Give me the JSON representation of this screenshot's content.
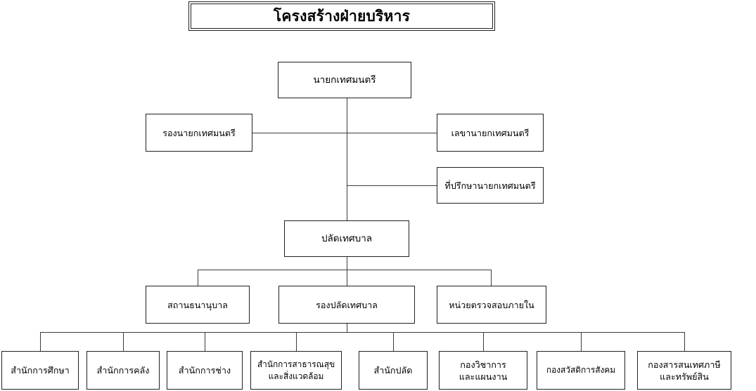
{
  "chart_title": "โครงสร้างฝ่ายบริหาร",
  "nodes": {
    "mayor": "นายกเทศมนตรี",
    "deputy_mayor": "รองนายกเทศมนตรี",
    "mayor_secretary": "เลขานายกเทศมนตรี",
    "mayor_advisor": "ที่ปรึกษานายกเทศมนตรี",
    "municipal_clerk": "ปลัดเทศบาล",
    "pawnshop": "สถานธนานุบาล",
    "deputy_clerk": "รองปลัดเทศบาล",
    "internal_audit": "หน่วยตรวจสอบภายใน",
    "divisions": [
      "สำนักการศึกษา",
      "สำนักการคลัง",
      "สำนักการช่าง",
      "สำนักการสาธารณสุข\nและสิ่งแวดล้อม",
      "สำนักปลัด",
      "กองวิชาการ\nและแผนงาน",
      "กองสวัสดิการสังคม",
      "กองสารสนเทศภาษี\nและทรัพย์สิน"
    ]
  },
  "colors": {
    "background": "#ffffff",
    "box_border": "#231f20",
    "connector": "#3c3c3c",
    "text": "#000000"
  }
}
